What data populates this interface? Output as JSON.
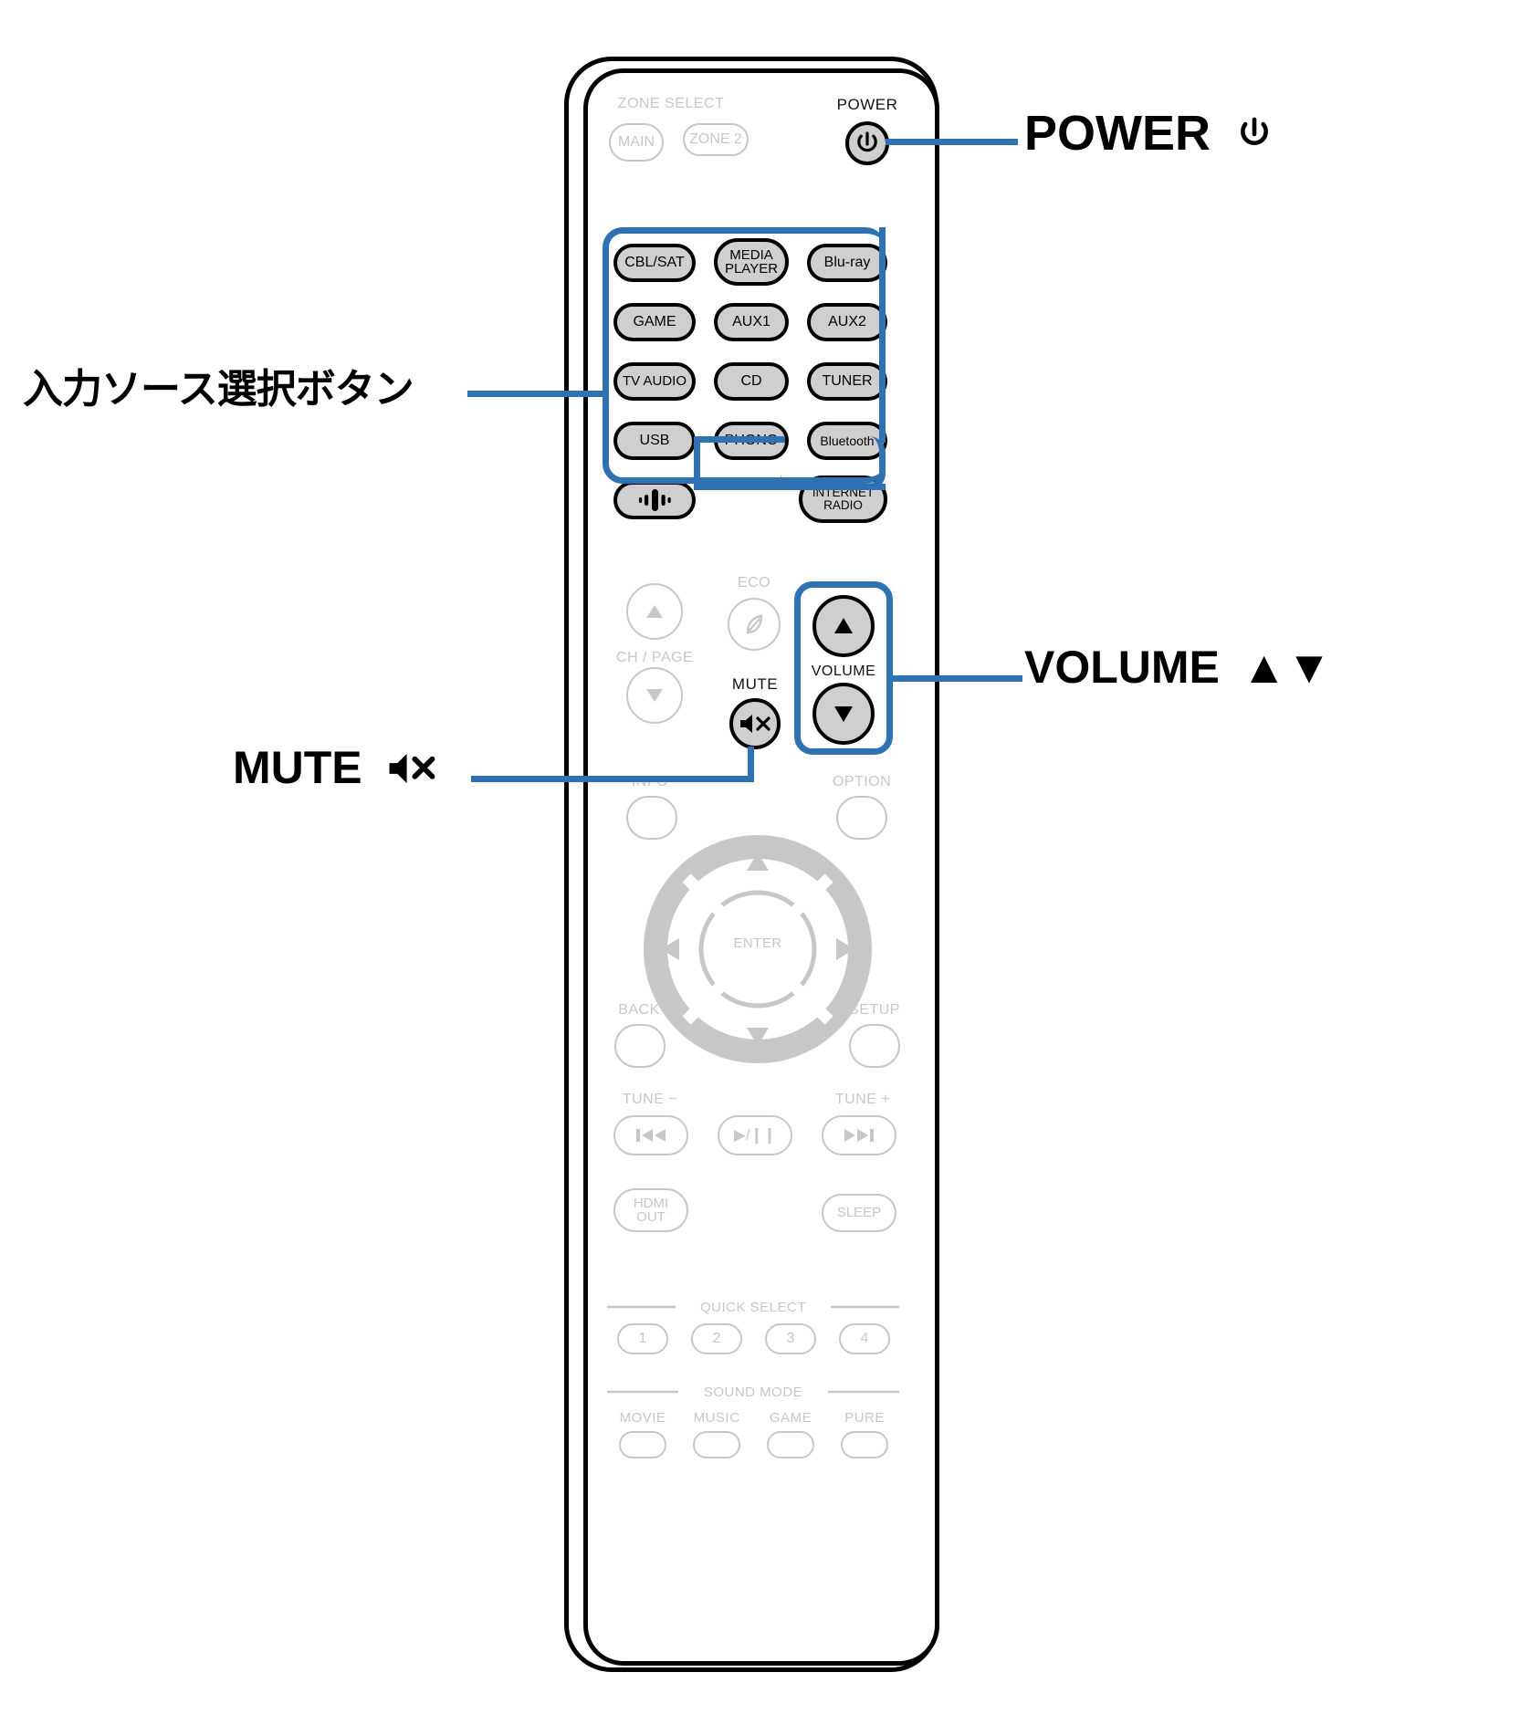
{
  "document": {
    "type": "remote-control-diagram",
    "device": "AV receiver remote control",
    "language": "ja"
  },
  "callouts": [
    {
      "id": "power",
      "text": "POWER",
      "icon": "power-symbol",
      "icon_char": "⏻",
      "target": "power-button"
    },
    {
      "id": "source",
      "text": "入力ソース選択ボタン",
      "icon": "",
      "icon_char": "",
      "target": "input-source-buttons"
    },
    {
      "id": "volume",
      "text": "VOLUME",
      "icon": "up-down-triangles",
      "icon_char": "▲▼",
      "target": "volume-buttons"
    },
    {
      "id": "mute",
      "text": "MUTE",
      "icon": "speaker-mute",
      "icon_char": "",
      "target": "mute-button"
    }
  ],
  "accent_color": "#2f72b4",
  "remote": {
    "zone_select": {
      "label": "ZONE SELECT",
      "buttons": [
        {
          "label": "MAIN",
          "name": "zone-main-button",
          "state": "inactive"
        },
        {
          "label": "ZONE 2",
          "name": "zone-2-button",
          "state": "inactive"
        }
      ]
    },
    "power": {
      "label": "POWER",
      "name": "power-button",
      "state": "active",
      "icon": "power-icon"
    },
    "input_source": {
      "rows": [
        [
          {
            "label": "CBL/SAT",
            "name": "source-cbl-sat"
          },
          {
            "label": "MEDIA\nPLAYER",
            "line1": "MEDIA",
            "line2": "PLAYER",
            "name": "source-media-player"
          },
          {
            "label": "Blu-ray",
            "name": "source-blu-ray"
          }
        ],
        [
          {
            "label": "GAME",
            "name": "source-game"
          },
          {
            "label": "AUX1",
            "name": "source-aux1"
          },
          {
            "label": "AUX2",
            "name": "source-aux2"
          }
        ],
        [
          {
            "label": "TV AUDIO",
            "name": "source-tv-audio"
          },
          {
            "label": "CD",
            "name": "source-cd"
          },
          {
            "label": "TUNER",
            "name": "source-tuner"
          }
        ],
        [
          {
            "label": "USB",
            "name": "source-usb"
          },
          {
            "label": "PHONO",
            "name": "source-phono"
          },
          {
            "label": "Bluetooth",
            "name": "source-bluetooth"
          }
        ],
        [
          {
            "label": "",
            "name": "source-heos",
            "icon": "heos-sound-icon"
          },
          {
            "label": "INTERNET\nRADIO",
            "line1": "INTERNET",
            "line2": "RADIO",
            "name": "source-internet-radio"
          }
        ]
      ]
    },
    "ch_page": {
      "label": "CH / PAGE",
      "up": {
        "name": "ch-page-up-button",
        "icon": "triangle-up-icon",
        "state": "inactive"
      },
      "down": {
        "name": "ch-page-down-button",
        "icon": "triangle-down-icon",
        "state": "inactive"
      }
    },
    "eco": {
      "label": "ECO",
      "name": "eco-button",
      "icon": "leaf-icon",
      "state": "inactive"
    },
    "mute": {
      "label": "MUTE",
      "name": "mute-button",
      "icon": "speaker-mute-icon",
      "state": "active"
    },
    "volume": {
      "label": "VOLUME",
      "up": {
        "name": "volume-up-button",
        "icon": "triangle-up-icon",
        "state": "active"
      },
      "down": {
        "name": "volume-down-button",
        "icon": "triangle-down-icon",
        "state": "active"
      }
    },
    "info": {
      "label": "INFO",
      "name": "info-button",
      "state": "inactive"
    },
    "option": {
      "label": "OPTION",
      "name": "option-button",
      "state": "inactive"
    },
    "cursor": {
      "enter": {
        "label": "ENTER",
        "name": "enter-button"
      },
      "up": {
        "name": "cursor-up-button",
        "icon": "triangle-up-icon"
      },
      "down": {
        "name": "cursor-down-button",
        "icon": "triangle-down-icon"
      },
      "left": {
        "name": "cursor-left-button",
        "icon": "triangle-left-icon"
      },
      "right": {
        "name": "cursor-right-button",
        "icon": "triangle-right-icon"
      }
    },
    "back": {
      "label": "BACK",
      "name": "back-button",
      "state": "inactive"
    },
    "setup": {
      "label": "SETUP",
      "name": "setup-button",
      "state": "inactive"
    },
    "transport": {
      "tune_minus": {
        "label": "TUNE −",
        "name": "tune-minus-label"
      },
      "tune_plus": {
        "label": "TUNE +",
        "name": "tune-plus-label"
      },
      "prev": {
        "name": "skip-previous-button",
        "icon": "skip-back-icon"
      },
      "play": {
        "label": "▶/❙❙",
        "name": "play-pause-button",
        "icon": "play-pause-icon"
      },
      "next": {
        "name": "skip-next-button",
        "icon": "skip-forward-icon"
      }
    },
    "hdmi_out": {
      "line1": "HDMI",
      "line2": "OUT",
      "name": "hdmi-out-button",
      "state": "inactive"
    },
    "sleep": {
      "label": "SLEEP",
      "name": "sleep-button",
      "state": "inactive"
    },
    "quick_select": {
      "label": "QUICK SELECT",
      "buttons": [
        {
          "label": "1",
          "name": "quick-select-1"
        },
        {
          "label": "2",
          "name": "quick-select-2"
        },
        {
          "label": "3",
          "name": "quick-select-3"
        },
        {
          "label": "4",
          "name": "quick-select-4"
        }
      ]
    },
    "sound_mode": {
      "label": "SOUND MODE",
      "buttons": [
        {
          "label": "MOVIE",
          "name": "sound-mode-movie"
        },
        {
          "label": "MUSIC",
          "name": "sound-mode-music"
        },
        {
          "label": "GAME",
          "name": "sound-mode-game"
        },
        {
          "label": "PURE",
          "name": "sound-mode-pure"
        }
      ]
    }
  }
}
